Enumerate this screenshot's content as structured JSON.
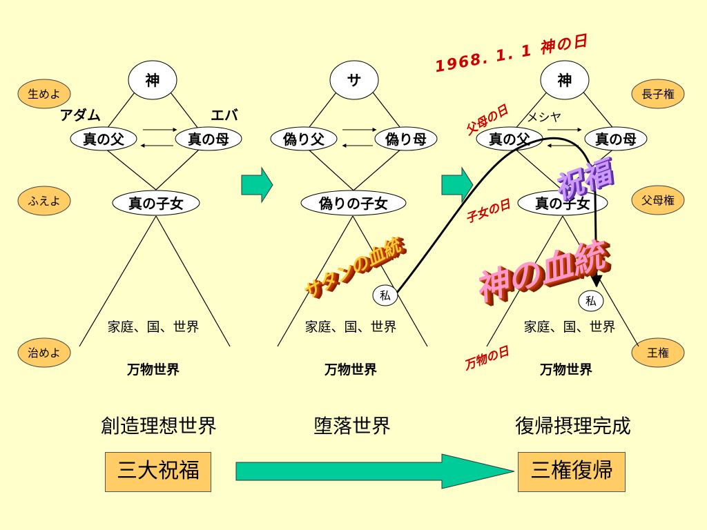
{
  "colors": {
    "background": "#ffffcc",
    "node_fill": "#ffffff",
    "side_label_fill": "#ffcc66",
    "big_arrow": "#00cc99",
    "box_fill": "#ffcc66",
    "red_text": "#cc0000"
  },
  "side_labels_left": [
    "生めよ",
    "ふえよ",
    "治めよ"
  ],
  "side_labels_right": [
    "長子権",
    "父母権",
    "王権"
  ],
  "panel1": {
    "top": "神",
    "father": "真の父",
    "mother": "真の母",
    "children": "真の子女",
    "adam": "アダム",
    "eve": "エバ",
    "family": "家庭、国、世界",
    "all_things": "万物世界"
  },
  "panel2": {
    "top": "サ",
    "father": "偽り父",
    "mother": "偽り母",
    "children": "偽りの子女",
    "me": "私",
    "family": "家庭、国、世界",
    "all_things": "万物世界"
  },
  "panel3": {
    "top": "神",
    "father": "真の父",
    "mother": "真の母",
    "children": "真の子女",
    "me": "私",
    "messiah": "メシヤ",
    "family": "家庭、国、世界",
    "all_things": "万物世界"
  },
  "wordart": {
    "date": "1968. 1. 1 神の日",
    "parents_day": "父母の日",
    "children_day": "子女の日",
    "all_things_day": "万物の日",
    "satan_lineage": "サタンの血統",
    "god_lineage": "神の血統",
    "blessing": "祝福"
  },
  "world_titles": [
    "創造理想世界",
    "堕落世界",
    "復帰摂理完成"
  ],
  "bottom": {
    "left_box": "三大祝福",
    "right_box": "三権復帰"
  }
}
